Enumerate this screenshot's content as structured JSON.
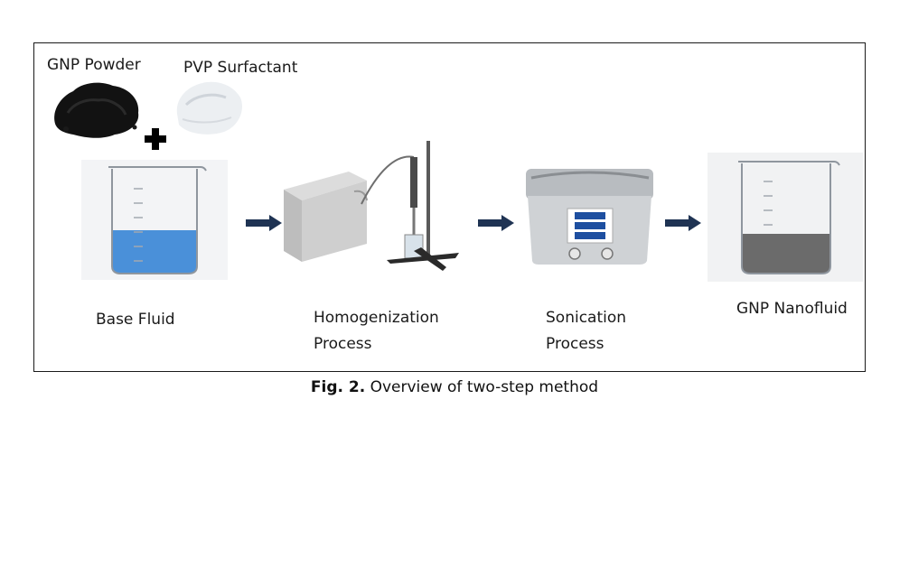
{
  "inputs": {
    "powder_label": "GNP Powder",
    "surfactant_label": "PVP Surfactant"
  },
  "steps": [
    {
      "label_lines": [
        "Base Fluid"
      ]
    },
    {
      "label_lines": [
        "Homogenization",
        "Process"
      ]
    },
    {
      "label_lines": [
        "Sonication",
        "Process"
      ]
    },
    {
      "label_lines": [
        "GNP Nanofluid"
      ]
    }
  ],
  "caption": {
    "prefix": "Fig. 2.",
    "text": " Overview of two-step method"
  },
  "colors": {
    "arrow": "#1f3353",
    "base_fluid": "#4a90d9",
    "nanofluid": "#6b6b6b"
  }
}
